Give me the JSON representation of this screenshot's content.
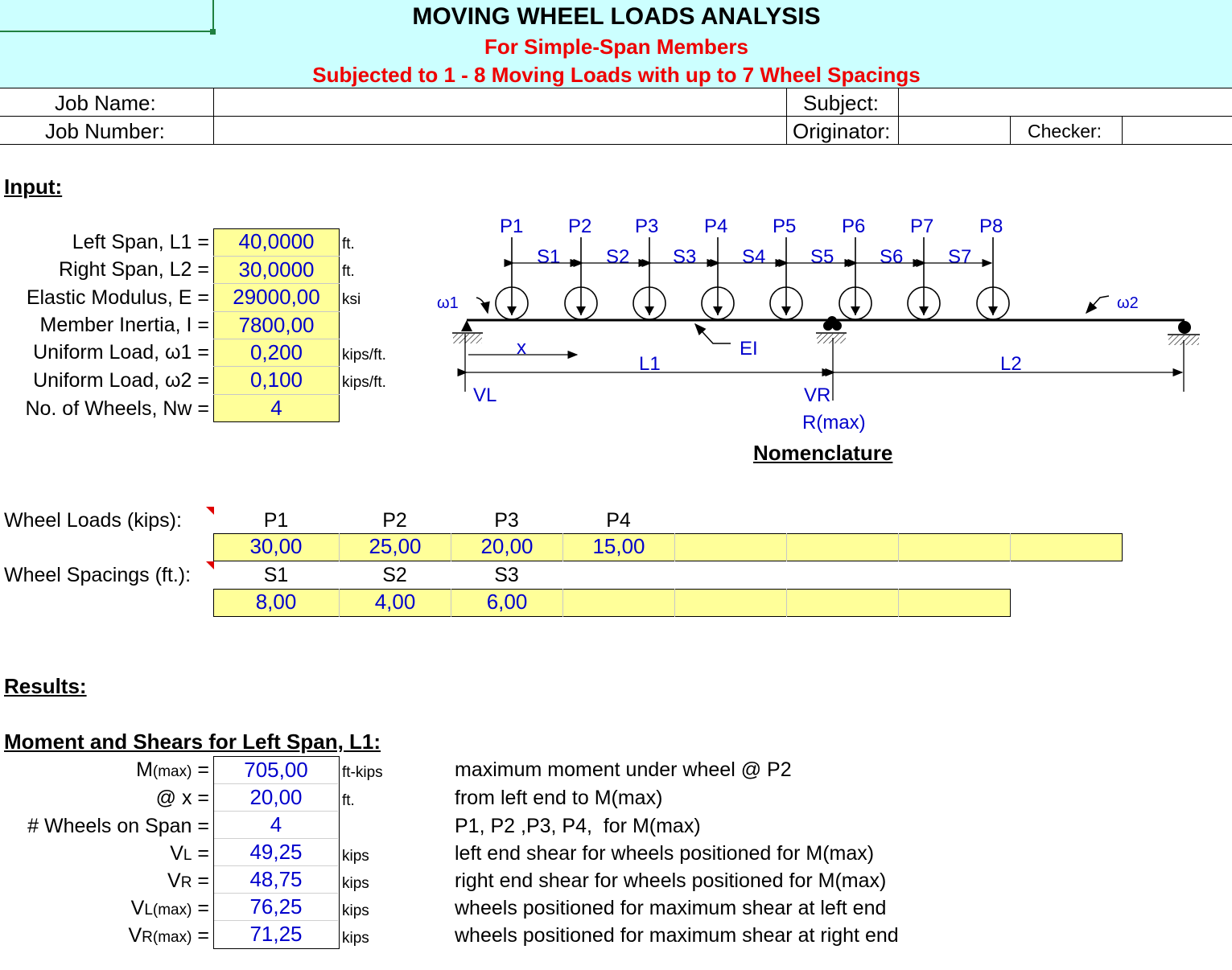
{
  "header": {
    "title": "MOVING WHEEL LOADS ANALYSIS",
    "subtitle1": "For Simple-Span Members",
    "subtitle2": "Subjected to 1 - 8 Moving Loads with up to 7 Wheel Spacings"
  },
  "job": {
    "job_name_label": "Job Name:",
    "job_number_label": "Job Number:",
    "subject_label": "Subject:",
    "originator_label": "Originator:",
    "checker_label": "Checker:"
  },
  "input": {
    "heading": "Input:",
    "rows": [
      {
        "label": "Left Span, L1 =",
        "value": "40,0000",
        "unit": "ft."
      },
      {
        "label": "Right Span, L2 =",
        "value": "30,0000",
        "unit": "ft."
      },
      {
        "label": "Elastic Modulus, E =",
        "value": "29000,00",
        "unit": "ksi"
      },
      {
        "label": "Member Inertia, I =",
        "value": "7800,00",
        "unit": ""
      },
      {
        "label": "Uniform Load, ω1 =",
        "value": "0,200",
        "unit": "kips/ft."
      },
      {
        "label": "Uniform Load, ω2 =",
        "value": "0,100",
        "unit": "kips/ft."
      },
      {
        "label": "No. of Wheels, Nw =",
        "value": "4",
        "unit": ""
      }
    ]
  },
  "diagram": {
    "title": "Nomenclature",
    "loads": [
      "P1",
      "P2",
      "P3",
      "P4",
      "P5",
      "P6",
      "P7",
      "P8"
    ],
    "spacings": [
      "S1",
      "S2",
      "S3",
      "S4",
      "S5",
      "S6",
      "S7"
    ],
    "w1": "ω1",
    "w2": "ω2",
    "ei": "EI",
    "x": "x",
    "l1": "L1",
    "l2": "L2",
    "vl": "VL",
    "vr": "VR",
    "rmax": "R(max)"
  },
  "wheels": {
    "loads_label": "Wheel Loads (kips):",
    "load_headers": [
      "P1",
      "P2",
      "P3",
      "P4"
    ],
    "load_values": [
      "30,00",
      "25,00",
      "20,00",
      "15,00",
      "",
      "",
      "",
      ""
    ],
    "spacing_label": "Wheel Spacings (ft.):",
    "spacing_headers": [
      "S1",
      "S2",
      "S3"
    ],
    "spacing_values": [
      "8,00",
      "4,00",
      "6,00",
      "",
      "",
      "",
      ""
    ]
  },
  "results": {
    "heading": "Results:",
    "subheading": "Moment and Shears for Left Span, L1:",
    "rows": [
      {
        "label": "M",
        "sub": "(max)",
        "eq": " =",
        "value": "705,00",
        "unit": "ft-kips",
        "desc": "maximum moment under wheel @ P2"
      },
      {
        "label": "@ x",
        "sub": "",
        "eq": " =",
        "value": "20,00",
        "unit": "ft.",
        "desc": "from left end to M(max)"
      },
      {
        "label": "# Wheels on Span",
        "sub": "",
        "eq": " =",
        "value": "4",
        "unit": "",
        "desc": "P1, P2 ,P3, P4,  for M(max)"
      },
      {
        "label": "V",
        "sub": "L",
        "eq": " =",
        "value": "49,25",
        "unit": "kips",
        "desc": "left end shear for wheels positioned for M(max)"
      },
      {
        "label": "V",
        "sub": "R",
        "eq": " =",
        "value": "48,75",
        "unit": "kips",
        "desc": "right end shear for wheels positioned for M(max)"
      },
      {
        "label": "V",
        "sub": "L(max)",
        "eq": " =",
        "value": "76,25",
        "unit": "kips",
        "desc": "wheels positioned for maximum shear at left end"
      },
      {
        "label": "V",
        "sub": "R(max)",
        "eq": " =",
        "value": "71,25",
        "unit": "kips",
        "desc": "wheels positioned for maximum shear at right end"
      }
    ]
  }
}
